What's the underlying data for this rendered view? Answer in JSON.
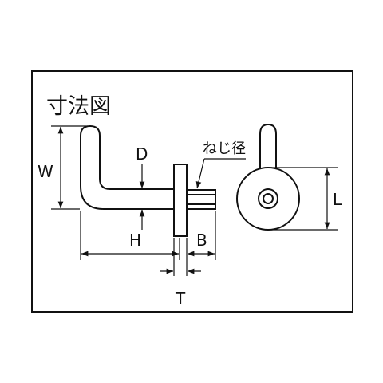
{
  "figure": {
    "title": "寸法図",
    "labels": {
      "W": "W",
      "D": "D",
      "H": "H",
      "T": "T",
      "B": "B",
      "L": "L",
      "thread": "ねじ径"
    }
  },
  "colors": {
    "line": "#111111",
    "background": "#ffffff"
  }
}
